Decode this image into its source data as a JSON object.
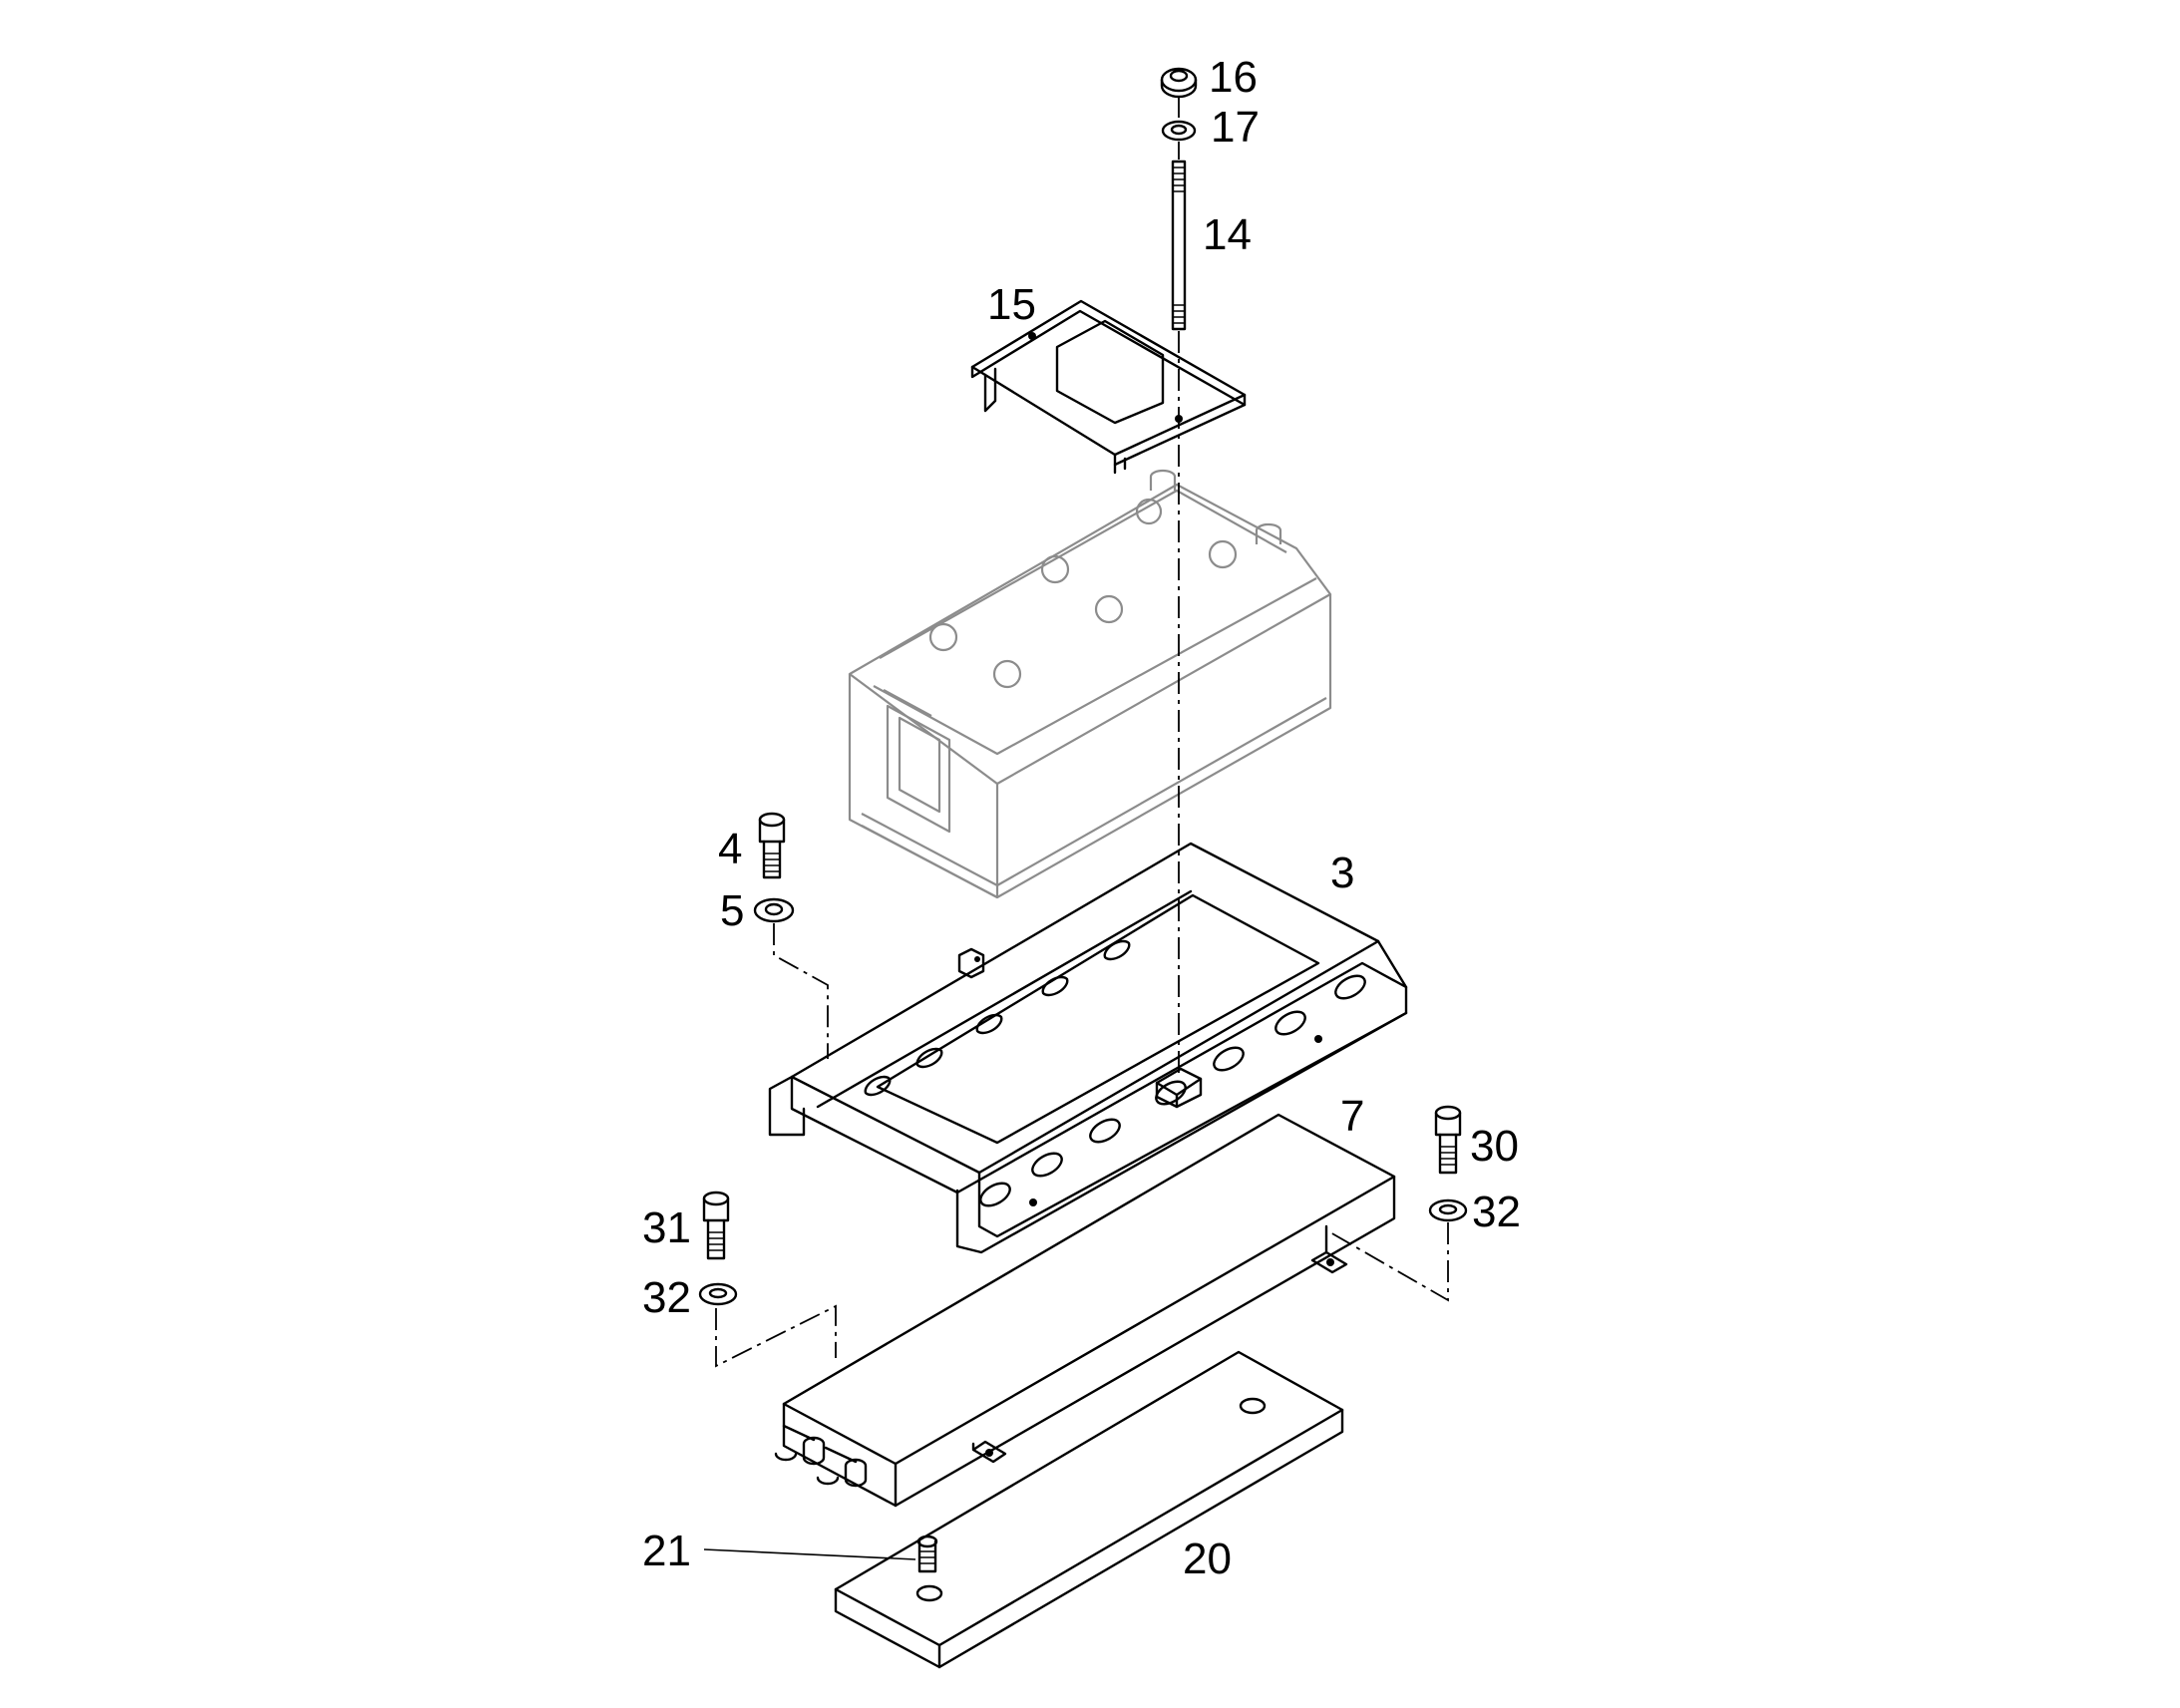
{
  "callouts": {
    "c16": "16",
    "c17": "17",
    "c14": "14",
    "c15": "15",
    "c4": "4",
    "c5": "5",
    "c3": "3",
    "c7": "7",
    "c30": "30",
    "c32_right": "32",
    "c31": "31",
    "c32_left": "32",
    "c21": "21",
    "c20": "20"
  },
  "colors": {
    "line": "#000000",
    "battery_outline": "#8c8c8c",
    "background": "#ffffff"
  }
}
